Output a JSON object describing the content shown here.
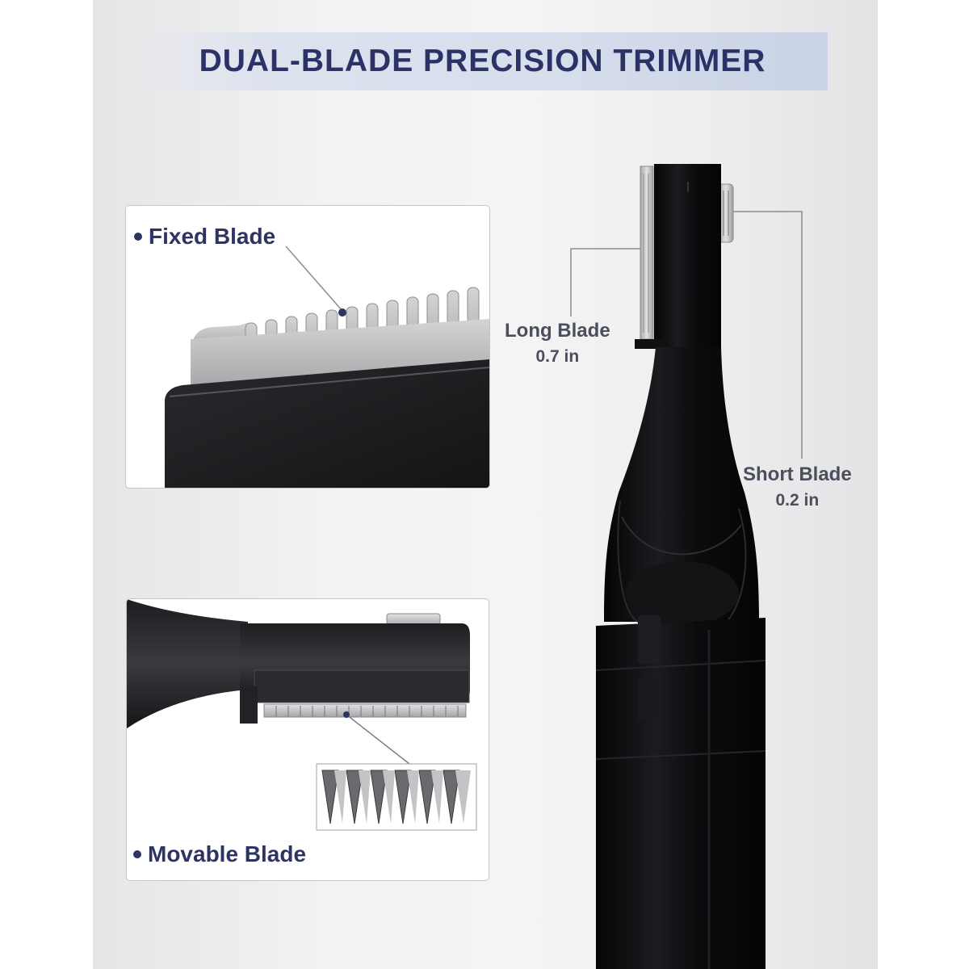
{
  "title": "DUAL-BLADE PRECISION TRIMMER",
  "callouts": {
    "fixed_blade": "Fixed Blade",
    "movable_blade": "Movable Blade"
  },
  "blades": {
    "long": {
      "name": "Long Blade",
      "size": "0.7 in"
    },
    "short": {
      "name": "Short Blade",
      "size": "0.2 in"
    }
  },
  "colors": {
    "title_text": "#2b3268",
    "trimmer_body": "#0f0f11",
    "blade_metal": "#b9b9bb",
    "callout_text": "#2e3462"
  }
}
